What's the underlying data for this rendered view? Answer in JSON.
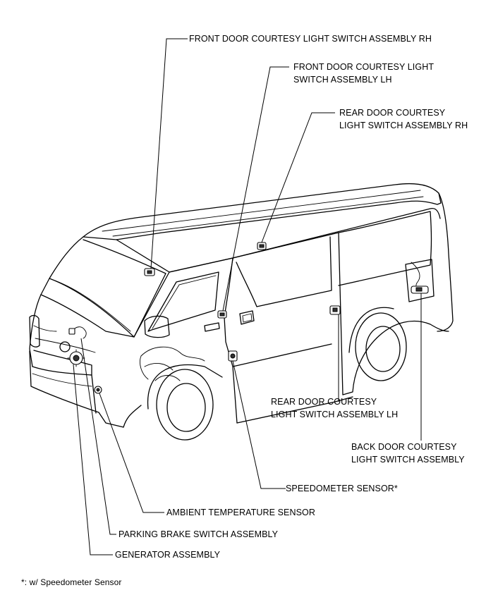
{
  "labels": {
    "front_door_rh": "FRONT DOOR COURTESY LIGHT SWITCH ASSEMBLY RH",
    "front_door_lh_line1": "FRONT DOOR COURTESY LIGHT",
    "front_door_lh_line2": "SWITCH ASSEMBLY LH",
    "rear_door_rh_line1": "REAR DOOR COURTESY",
    "rear_door_rh_line2": "LIGHT SWITCH ASSEMBLY RH",
    "rear_door_lh_line1": "REAR DOOR COURTESY",
    "rear_door_lh_line2": "LIGHT SWITCH ASSEMBLY LH",
    "back_door_line1": "BACK DOOR COURTESY",
    "back_door_line2": "LIGHT SWITCH ASSEMBLY",
    "speedometer_sensor": "SPEEDOMETER SENSOR*",
    "ambient_temp_sensor": "AMBIENT TEMPERATURE SENSOR",
    "parking_brake_switch": "PARKING BRAKE SWITCH ASSEMBLY",
    "generator_assembly": "GENERATOR ASSEMBLY"
  },
  "footnote": "*: w/ Speedometer Sensor"
}
